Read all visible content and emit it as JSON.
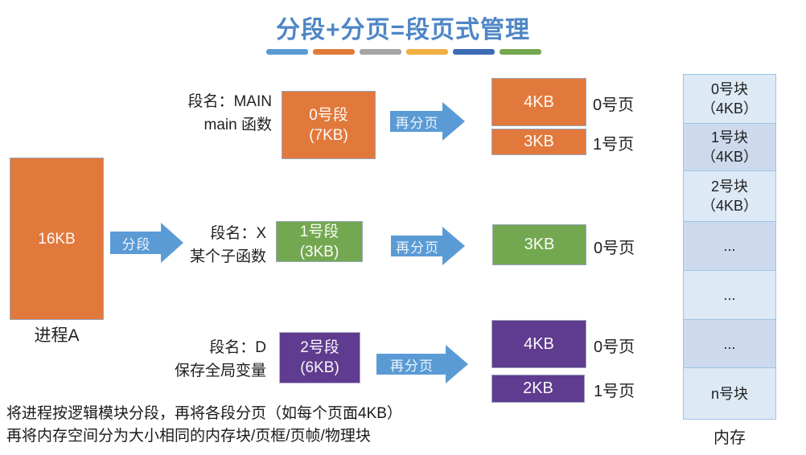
{
  "title": "分段+分页=段页式管理",
  "legend_bar_colors": [
    "#5B9BD5",
    "#E07B39",
    "#A5A5A5",
    "#EFAF42",
    "#3D6CB4",
    "#74A850"
  ],
  "process": {
    "size": "16KB",
    "label": "进程A"
  },
  "arrows": {
    "segment": "分段",
    "repage": "再分页"
  },
  "rows": [
    {
      "name_line1": "段名：MAIN",
      "name_line2": "main 函数",
      "segment_line1": "0号段",
      "segment_line2": "(7KB)",
      "color": "#E2793C",
      "pages": [
        {
          "size": "4KB",
          "label": "0号页"
        },
        {
          "size": "3KB",
          "label": "1号页"
        }
      ]
    },
    {
      "name_line1": "段名：X",
      "name_line2": "某个子函数",
      "segment_line1": "1号段",
      "segment_line2": "(3KB)",
      "color": "#74A850",
      "pages": [
        {
          "size": "3KB",
          "label": "0号页"
        }
      ]
    },
    {
      "name_line1": "段名：D",
      "name_line2": "保存全局变量",
      "segment_line1": "2号段",
      "segment_line2": "(6KB)",
      "color": "#5F3C8F",
      "pages": [
        {
          "size": "4KB",
          "label": "0号页"
        },
        {
          "size": "2KB",
          "label": "1号页"
        }
      ]
    }
  ],
  "memory": {
    "label": "内存",
    "blocks": [
      {
        "line1": "0号块",
        "line2": "（4KB）"
      },
      {
        "line1": "1号块",
        "line2": "（4KB）"
      },
      {
        "line1": "2号块",
        "line2": "（4KB）"
      },
      {
        "line1": "..."
      },
      {
        "line1": "..."
      },
      {
        "line1": "..."
      },
      {
        "line1": "n号块"
      }
    ]
  },
  "footnote_line1": "将进程按逻辑模块分段，再将各段分页（如每个页面4KB）",
  "footnote_line2": "再将内存空间分为大小相同的内存块/页框/页帧/物理块",
  "colors": {
    "title_blue": "#4E86C6",
    "arrow_blue": "#5B9BD5",
    "segment_orange": "#E2793C",
    "segment_green": "#74A850",
    "segment_purple": "#5F3C8F",
    "memory_light": "#DEE9F6",
    "memory_dark": "#CDDAEE",
    "memory_border": "#9DC3E6"
  }
}
